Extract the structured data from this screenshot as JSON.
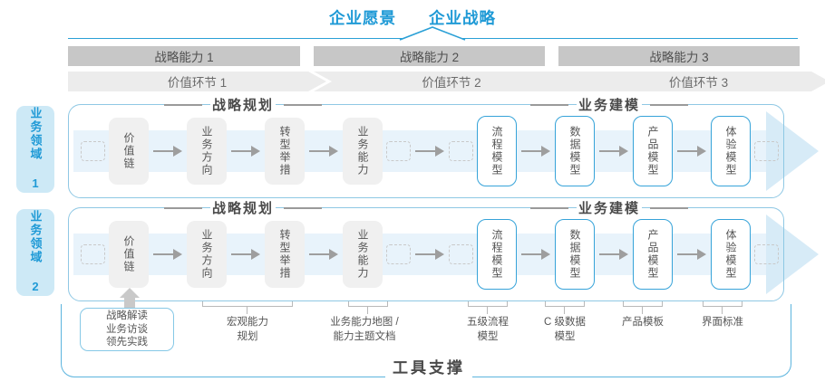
{
  "title": {
    "vision": "企业愿景",
    "strategy": "企业战略"
  },
  "strategic_capabilities": [
    {
      "capability": "战略能力 1",
      "value_link": "价值环节 1"
    },
    {
      "capability": "战略能力 2",
      "value_link": "价值环节 2"
    },
    {
      "capability": "战略能力 3",
      "value_link": "价值环节 3"
    }
  ],
  "business_domains": [
    {
      "label": "业务领域 1"
    },
    {
      "label": "业务领域 2"
    }
  ],
  "row_sections": {
    "strategic_planning": "战略规划",
    "business_modeling": "业务建模"
  },
  "flow_items": [
    {
      "type": "dash",
      "name": "dashed-placeholder"
    },
    {
      "type": "gray",
      "name": "value-chain-box",
      "label": "价值链"
    },
    {
      "type": "arrow",
      "name": "flow-arrow-icon"
    },
    {
      "type": "gray",
      "name": "business-direction-box",
      "label": "业务方向"
    },
    {
      "type": "arrow",
      "name": "flow-arrow-icon"
    },
    {
      "type": "gray",
      "name": "transformation-initiative-box",
      "label": "转型举措"
    },
    {
      "type": "arrow",
      "name": "flow-arrow-icon"
    },
    {
      "type": "gray",
      "name": "business-capability-box",
      "label": "业务能力"
    },
    {
      "type": "dash",
      "name": "dashed-placeholder"
    },
    {
      "type": "arrow",
      "name": "flow-arrow-icon"
    },
    {
      "type": "dash",
      "name": "dashed-placeholder"
    },
    {
      "type": "blue",
      "name": "process-model-box",
      "label": "流程模型"
    },
    {
      "type": "arrow",
      "name": "flow-arrow-icon"
    },
    {
      "type": "blue",
      "name": "data-model-box",
      "label": "数据模型"
    },
    {
      "type": "arrow",
      "name": "flow-arrow-icon"
    },
    {
      "type": "blue",
      "name": "product-model-box",
      "label": "产品模型"
    },
    {
      "type": "arrow",
      "name": "flow-arrow-icon"
    },
    {
      "type": "blue",
      "name": "experience-model-box",
      "label": "体验模型"
    },
    {
      "type": "dash",
      "name": "dashed-placeholder"
    }
  ],
  "annotations": {
    "interview_box": {
      "lines": [
        "战略解读",
        "业务访谈",
        "领先实践"
      ]
    },
    "callouts": [
      {
        "name": "macro-capability-planning",
        "text": "宏观能力\n规划"
      },
      {
        "name": "capability-map-theme-docs",
        "text": "业务能力地图 /\n能力主题文档"
      },
      {
        "name": "five-level-process-model",
        "text": "五级流程\n模型"
      },
      {
        "name": "c-level-data-model",
        "text": "C 级数据\n模型"
      },
      {
        "name": "product-template",
        "text": "产品模板"
      },
      {
        "name": "ui-standard",
        "text": "界面标准"
      }
    ]
  },
  "footer": {
    "tool_support": "工具支撑"
  },
  "colors": {
    "accent": "#1f9ad6",
    "panel_border": "#8fc8e4",
    "band": "#e8f3fb",
    "band_arrowhead": "#d7ebf7",
    "capability_bar": "#c7c7c7",
    "value_link_chevron": "#ececec",
    "gray_box": "#f0f0f0",
    "blue_box_border": "#36a3d9"
  }
}
